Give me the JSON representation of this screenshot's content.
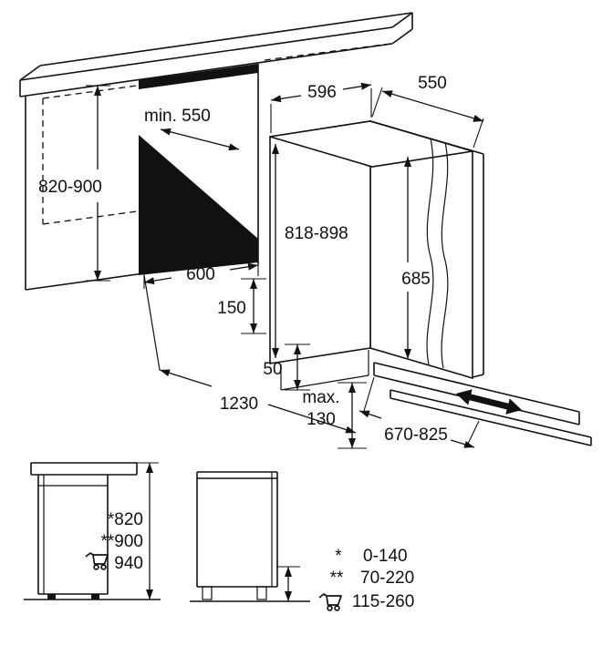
{
  "diagram": {
    "dims": {
      "niche_height": "820-900",
      "niche_depth": "min. 550",
      "niche_width": "600",
      "appliance_width": "596",
      "appliance_depth": "550",
      "appliance_height": "818-898",
      "door_mount_height": "685",
      "plinth_height": "150",
      "bottom_gap": "50",
      "installation_depth": "1230",
      "plinth_recess_label": "max.",
      "plinth_recess_value": "130",
      "furniture_panel_height": "670-825"
    },
    "side_views": {
      "height_star": "*820",
      "height_double_star": "**900",
      "height_cart": "940"
    },
    "legend": {
      "rows": [
        {
          "symbol": "*",
          "value": "0-140"
        },
        {
          "symbol": "**",
          "value": "70-220"
        },
        {
          "symbol": "",
          "value": "115-260"
        }
      ]
    }
  }
}
